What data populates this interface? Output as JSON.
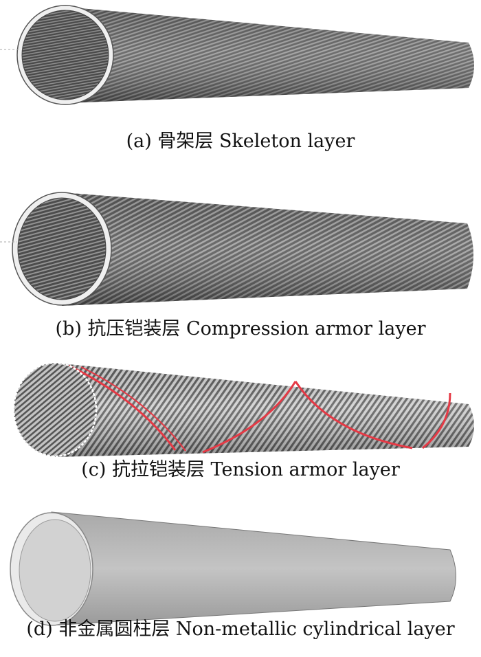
{
  "panels": [
    {
      "id": "a",
      "caption": "(a) 骨架层 Skeleton layer",
      "layer": "skeleton"
    },
    {
      "id": "b",
      "caption": "(b) 抗压铠装层 Compression armor layer",
      "layer": "compression-armor"
    },
    {
      "id": "c",
      "caption": "(c) 抗拉铠装层 Tension armor layer",
      "layer": "tension-armor"
    },
    {
      "id": "d",
      "caption": "(d) 非金属圆柱层 Non-metallic cylindrical layer",
      "layer": "non-metallic-cylinder"
    }
  ],
  "colors": {
    "steel": "#6f6f6f",
    "steel_dark": "#3c3c3c",
    "steel_light": "#c9c9c9",
    "highlight_wire": "#e53945",
    "plastic": "#b9b9b9",
    "plastic_inner": "#d4d4d4"
  }
}
